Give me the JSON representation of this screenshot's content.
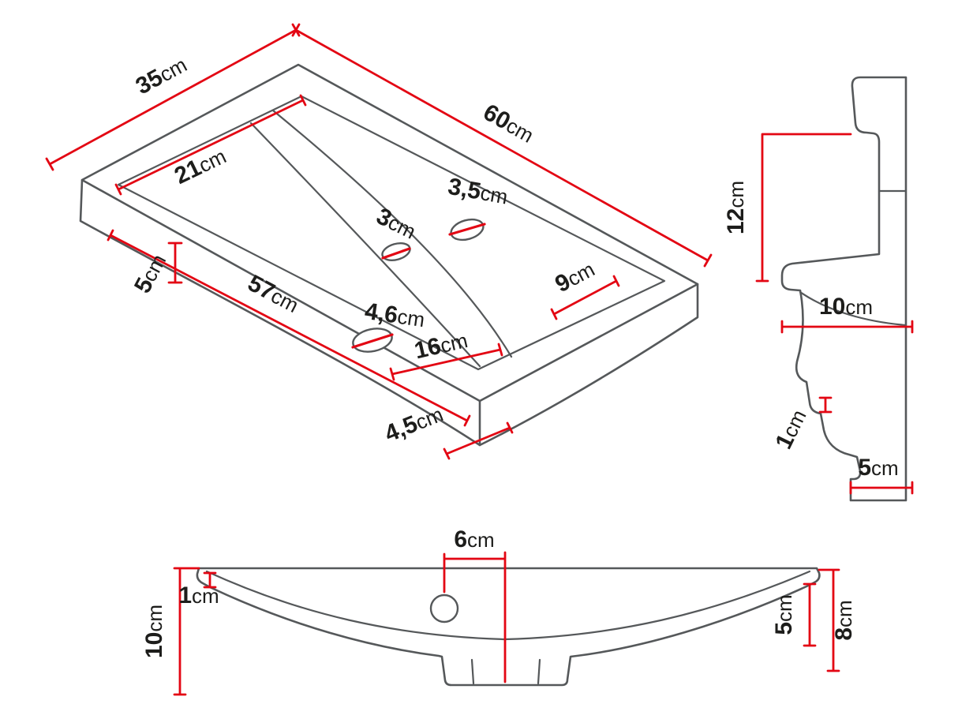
{
  "colors": {
    "outline_gray": "#55585a",
    "dimension_red": "#e30613",
    "label_text": "#1d1d1b",
    "background": "#ffffff"
  },
  "units": {
    "cm": "cm"
  },
  "views": {
    "isometric": {
      "dimensions": {
        "depth": "35",
        "width": "60",
        "basin_depth": "21",
        "basin_width": "57",
        "right_offset": "9",
        "tap_hole": "3,5",
        "overflow_hole": "3",
        "drain_hole": "4,6",
        "drain_to_front": "16",
        "front_edge_height": "5",
        "front_offset": "4,5"
      }
    },
    "side": {
      "dimensions": {
        "upstand_height": "12",
        "depth": "10",
        "step": "1",
        "base": "5"
      }
    },
    "front": {
      "dimensions": {
        "tap_to_centre": "6",
        "wall_thickness": "1",
        "height": "10",
        "bowl_depth": "5",
        "end_height": "8"
      }
    }
  }
}
